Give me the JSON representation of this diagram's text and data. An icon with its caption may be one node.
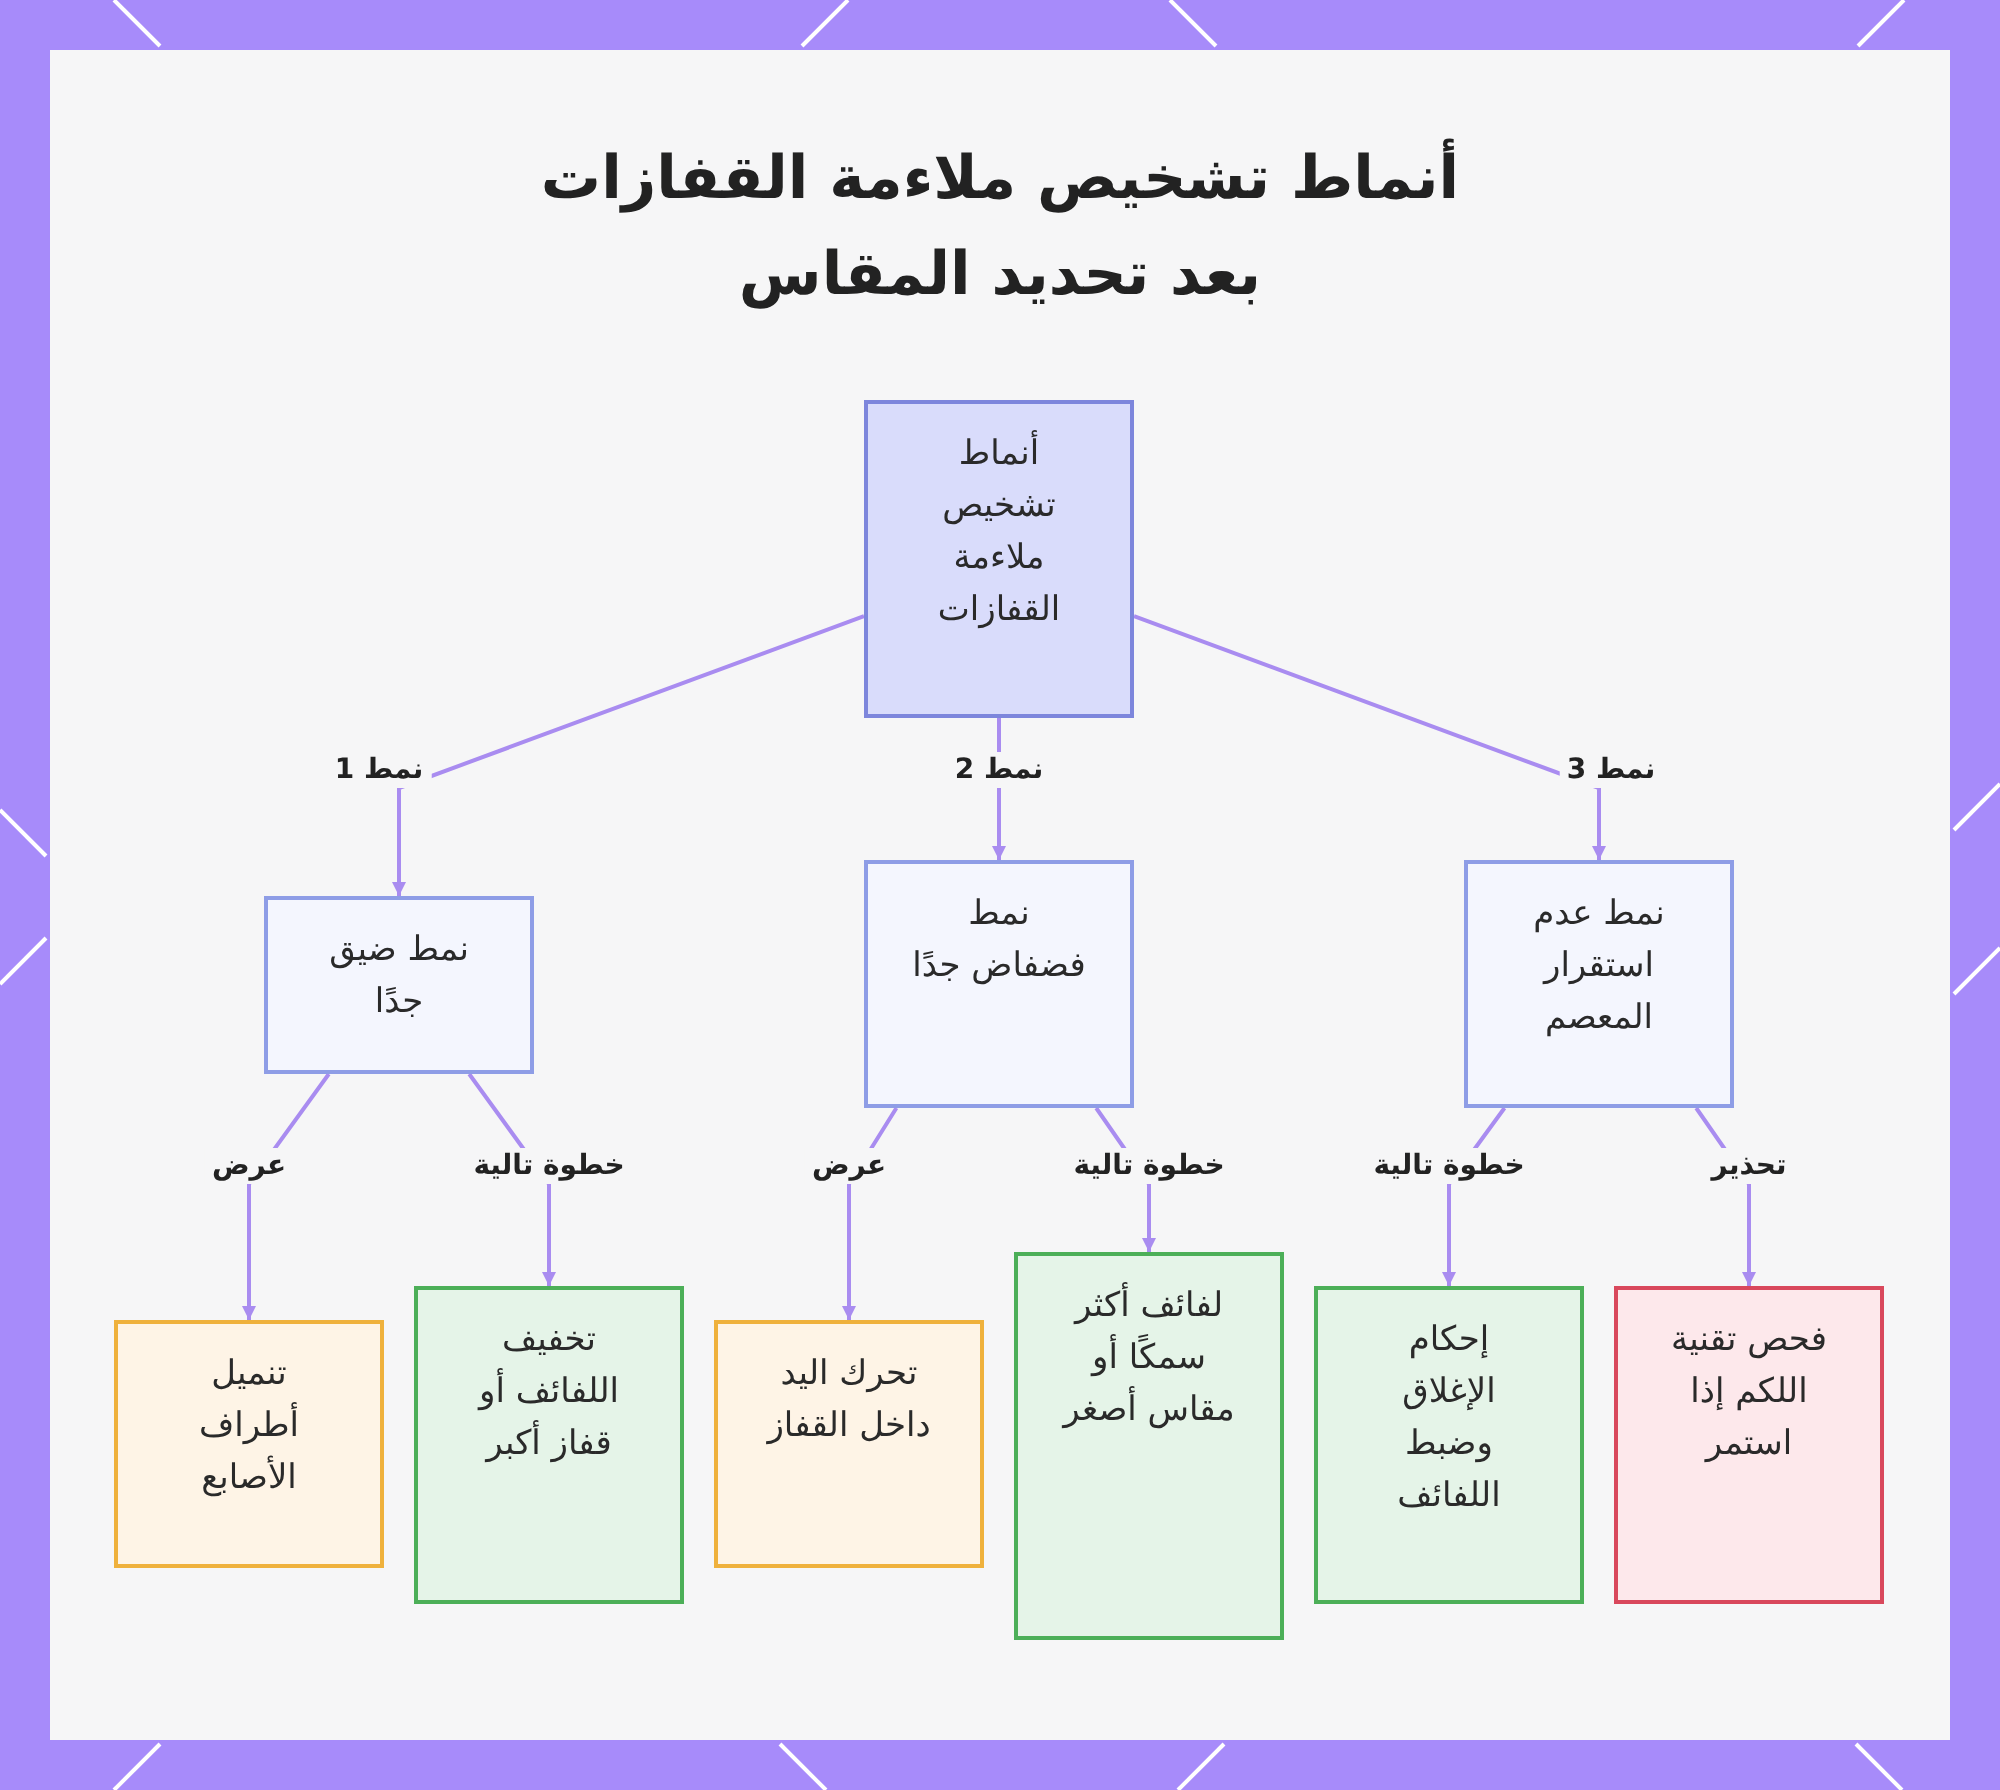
{
  "diagram": {
    "title": "أنماط تشخيص ملاءمة القفازات بعد تحديد المقاس",
    "nodes": [
      {
        "text": [
          "أنماط تشخيص ملاءمة القفازات"
        ]
      },
      {
        "text": [
          "نمط ضيق جدًا"
        ]
      },
      {
        "text": [
          "نمط فضفاض جدًا"
        ]
      },
      {
        "text": [
          "نمط عدم استقرار المعصم"
        ]
      },
      {
        "text": [
          "تنميل أطراف الأصابع"
        ]
      },
      {
        "text": [
          "تخفيف اللفائف أو قفاز أكبر"
        ]
      },
      {
        "text": [
          "تحرك اليد داخل القفاز"
        ]
      },
      {
        "text": [
          "لفائف أكثر سمكًا أو مقاس أصغر"
        ]
      },
      {
        "text": [
          "إحكام الإغلاق وضبط اللفائف"
        ]
      },
      {
        "text": [
          "فحص تقنية اللكم إذا استمر"
        ]
      }
    ],
    "edges": [
      {
        "from": 0,
        "to": 1,
        "arrow": "to",
        "label": "نمط 1"
      },
      {
        "from": 0,
        "to": 2,
        "arrow": "to",
        "label": "نمط 2"
      },
      {
        "from": 0,
        "to": 3,
        "arrow": "to",
        "label": "نمط 3"
      },
      {
        "from": 1,
        "to": 4,
        "arrow": "to",
        "label": "عرض"
      },
      {
        "from": 1,
        "to": 5,
        "arrow": "to",
        "label": "خطوة تالية"
      },
      {
        "from": 2,
        "to": 6,
        "arrow": "to",
        "label": "عرض"
      },
      {
        "from": 2,
        "to": 7,
        "arrow": "to",
        "label": "خطوة تالية"
      },
      {
        "from": 3,
        "to": 8,
        "arrow": "to",
        "label": "خطوة تالية"
      },
      {
        "from": 3,
        "to": 9,
        "arrow": "to",
        "label": "تحذير"
      }
    ]
  }
}
